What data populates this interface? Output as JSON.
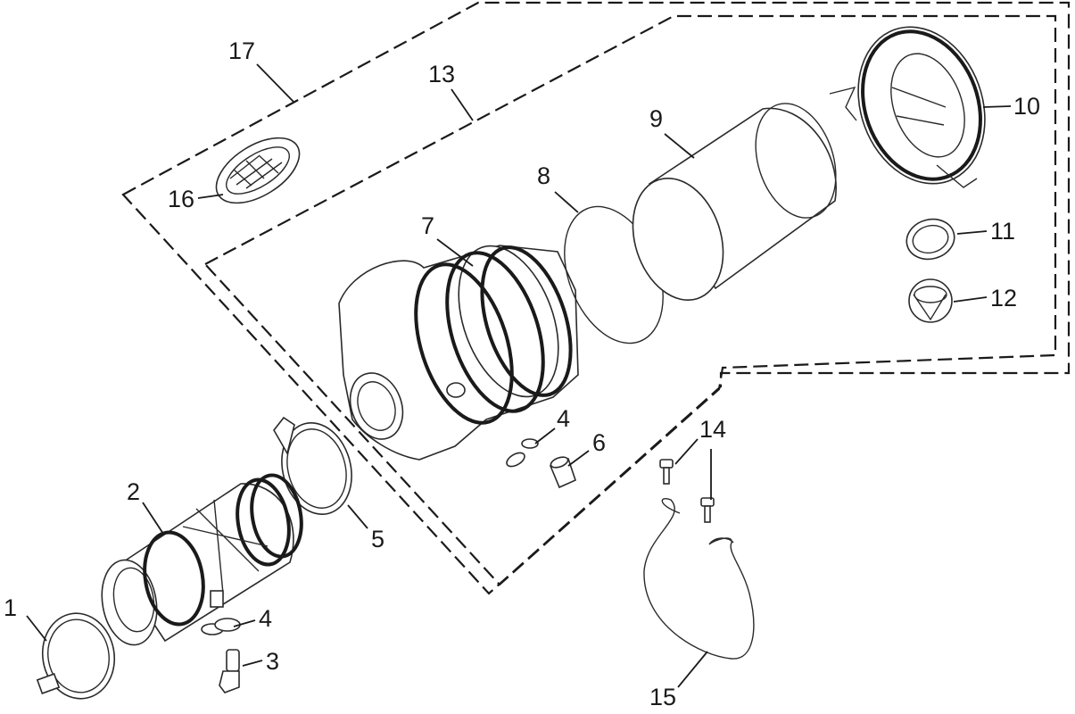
{
  "diagram": {
    "labels": {
      "p1": "1",
      "p2": "2",
      "p3": "3",
      "p4a": "4",
      "p4b": "4",
      "p5": "5",
      "p6": "6",
      "p7": "7",
      "p8": "8",
      "p9": "9",
      "p10": "10",
      "p11": "11",
      "p12": "12",
      "p13": "13",
      "p14": "14",
      "p15": "15",
      "p16": "16",
      "p17": "17"
    }
  }
}
